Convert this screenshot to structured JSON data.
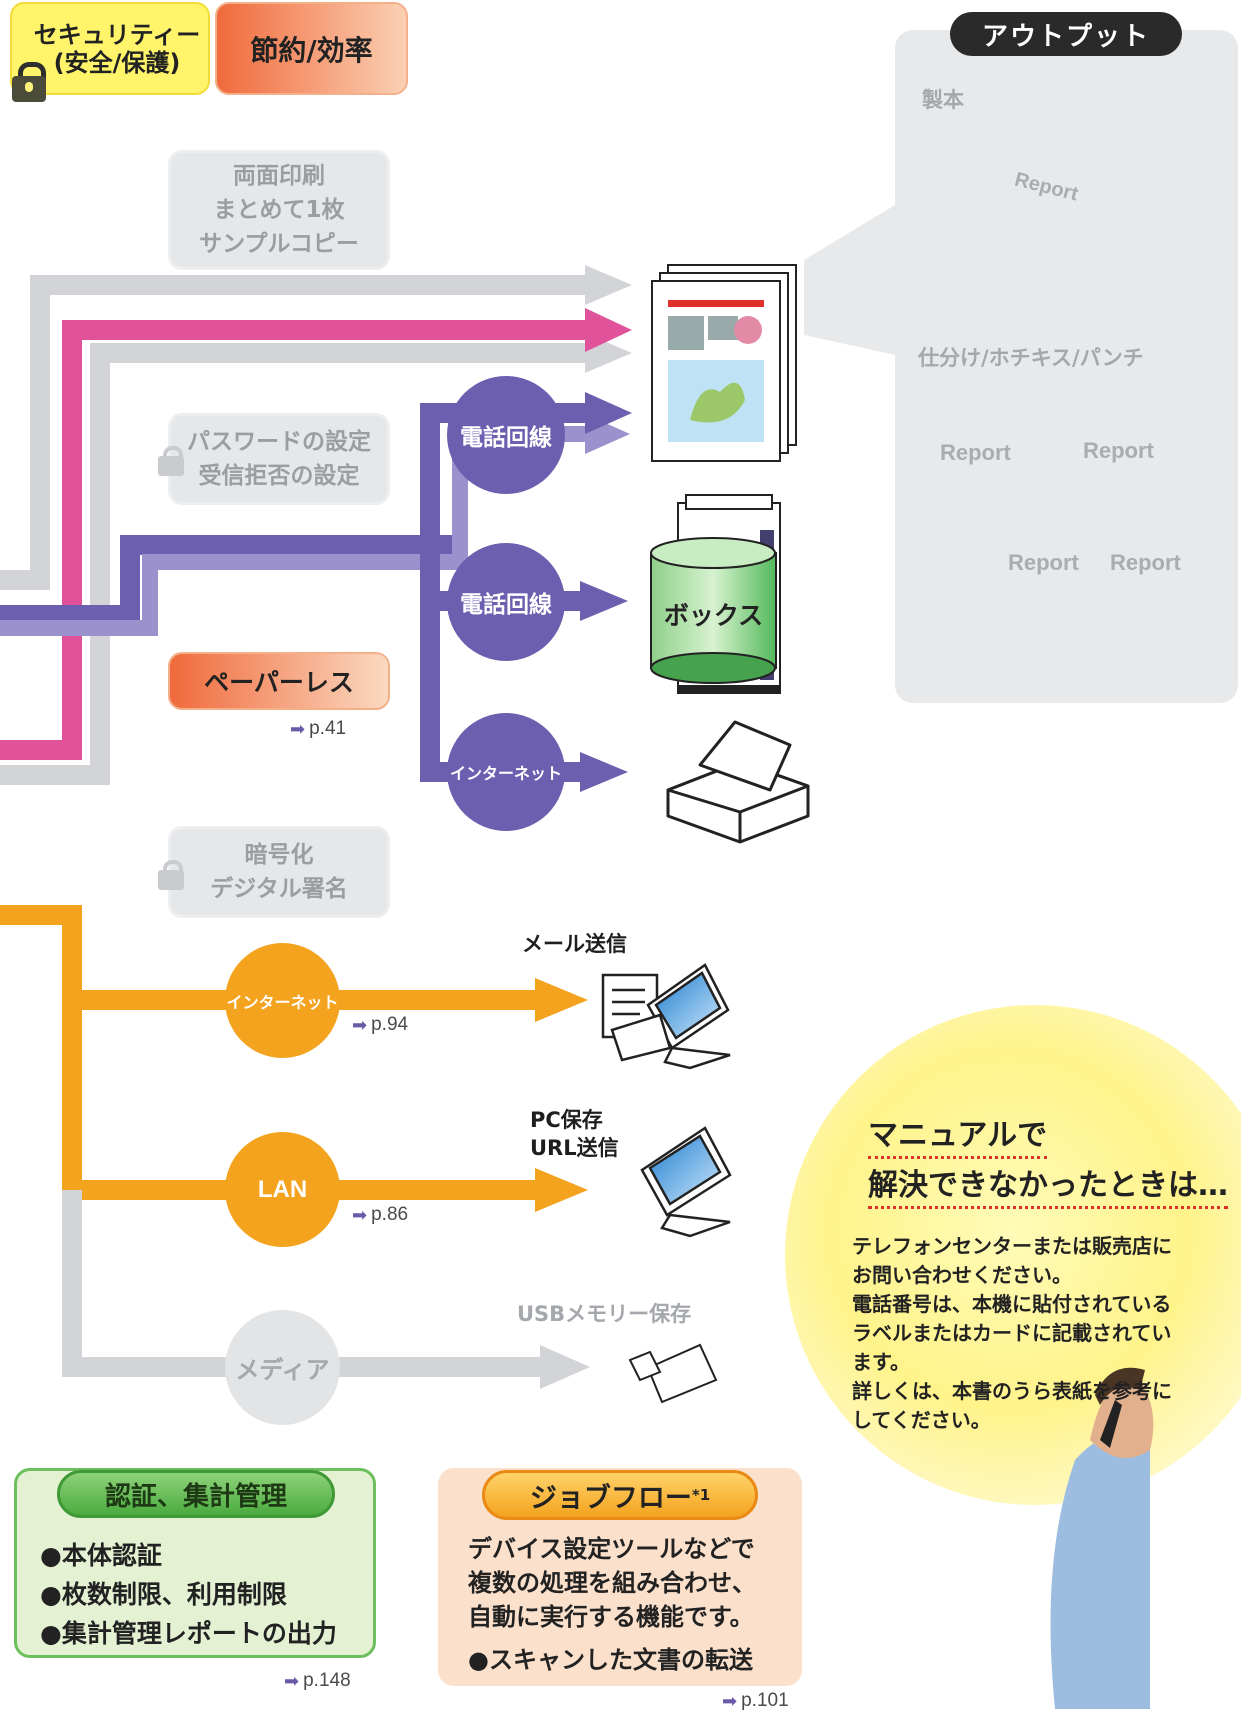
{
  "header": {
    "security_label": "セキュリティー\n(安全/保護)",
    "savings_label": "節約/効率"
  },
  "gray_boxes": {
    "duplex": [
      "両面印刷",
      "まとめて1枚",
      "サンプルコピー"
    ],
    "password": [
      "パスワードの設定",
      "受信拒否の設定"
    ],
    "encryption": [
      "暗号化",
      "デジタル署名"
    ]
  },
  "paperless": {
    "label": "ペーパーレス",
    "ref": "p.41"
  },
  "fax_routes": [
    {
      "label": "電話回線"
    },
    {
      "label": "電話回線"
    },
    {
      "label": "インターネット"
    }
  ],
  "box_label": "ボックス",
  "output_panel": {
    "title": "アウトプット",
    "binding_label": "製本",
    "finishing_label": "仕分け/ホチキス/パンチ",
    "report_word": "Report"
  },
  "scan_routes": [
    {
      "circle": "インターネット",
      "ref": "p.94",
      "dest_label": "メール送信"
    },
    {
      "circle": "LAN",
      "ref": "p.86",
      "dest_label": "PC保存\nURL送信"
    },
    {
      "circle": "メディア",
      "dest_label": "USBメモリー保存"
    }
  ],
  "auth_box": {
    "title": "認証、集計管理",
    "items": [
      "●本体認証",
      "●枚数制限、利用制限",
      "●集計管理レポートの出力"
    ],
    "ref": "p.148"
  },
  "jobflow_box": {
    "title": "ジョブフロー",
    "title_sup": "*1",
    "description": "デバイス設定ツールなどで\n複数の処理を組み合わせ、\n自動に実行する機能です。",
    "item": "●スキャンした文書の転送",
    "ref": "p.101"
  },
  "help_bubble": {
    "heading_line1": "マニュアルで",
    "heading_line2": "解決できなかったときは…",
    "body": "テレフォンセンターまたは販売店に\nお問い合わせください。\n電話番号は、本機に貼付されている\nラベルまたはカードに記載されてい\nます。\n詳しくは、本書のうら表紙を参考に\nしてください。"
  },
  "colors": {
    "gray_route": "#d2d4d7",
    "pink_route": "#e0529a",
    "purple_route": "#6c5fb0",
    "purple_light": "#9b91cc",
    "orange_route": "#f4a31e",
    "green_box": "#6cbf5c",
    "yellow_bubble": "#fff27a"
  }
}
